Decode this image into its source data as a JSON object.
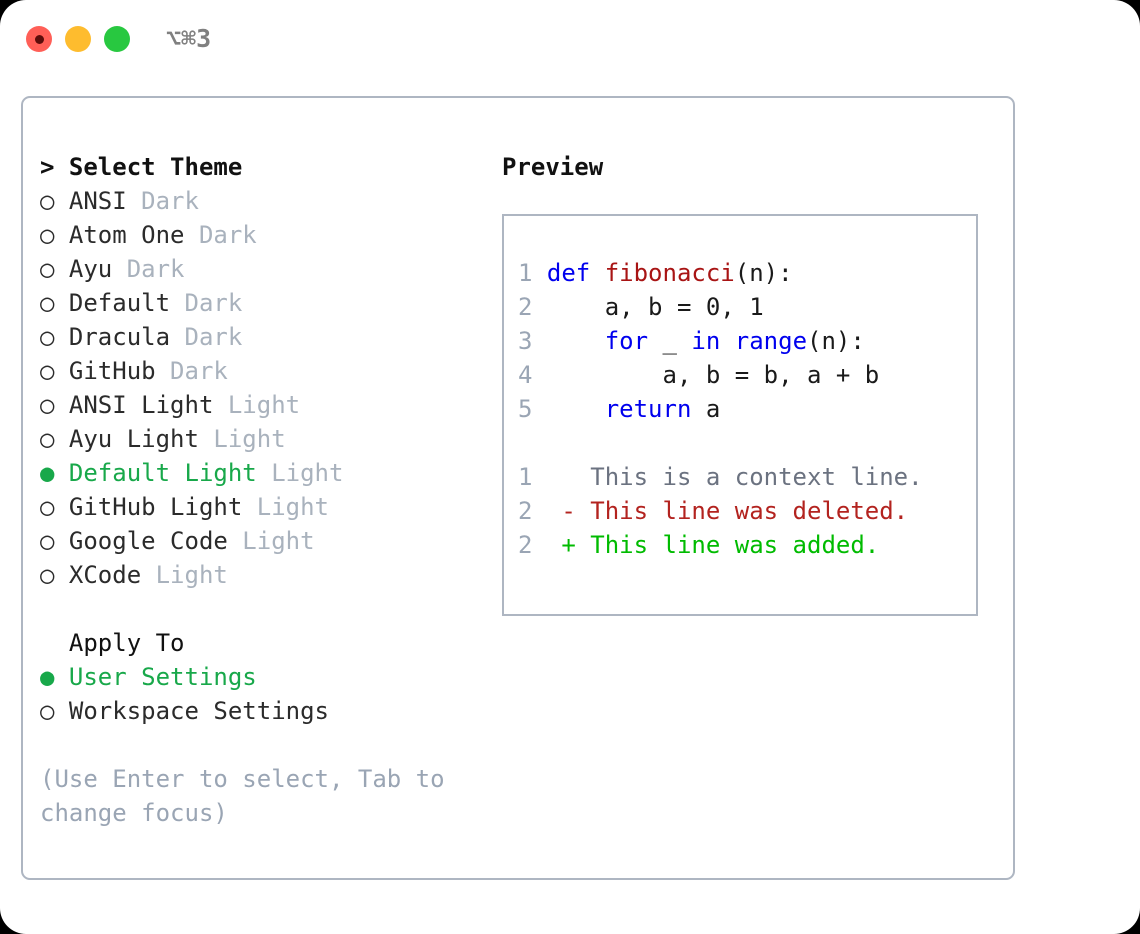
{
  "window": {
    "shortcut_label": "⌥⌘3",
    "traffic_lights": [
      {
        "name": "close",
        "color": "#ff5f57"
      },
      {
        "name": "minimize",
        "color": "#febc2e"
      },
      {
        "name": "maximize",
        "color": "#28c840"
      }
    ]
  },
  "theme_picker": {
    "header": "> Select Theme",
    "marker_selected": "●",
    "marker_unselected": "○",
    "items": [
      {
        "marker": "○",
        "name": "ANSI",
        "category": "Dark",
        "selected": false
      },
      {
        "marker": "○",
        "name": "Atom One",
        "category": "Dark",
        "selected": false
      },
      {
        "marker": "○",
        "name": "Ayu",
        "category": "Dark",
        "selected": false
      },
      {
        "marker": "○",
        "name": "Default",
        "category": "Dark",
        "selected": false
      },
      {
        "marker": "○",
        "name": "Dracula",
        "category": "Dark",
        "selected": false
      },
      {
        "marker": "○",
        "name": "GitHub",
        "category": "Dark",
        "selected": false
      },
      {
        "marker": "○",
        "name": "ANSI Light",
        "category": "Light",
        "selected": false
      },
      {
        "marker": "○",
        "name": "Ayu Light",
        "category": "Light",
        "selected": false
      },
      {
        "marker": "●",
        "name": "Default Light",
        "category": "Light",
        "selected": true
      },
      {
        "marker": "○",
        "name": "GitHub Light",
        "category": "Light",
        "selected": false
      },
      {
        "marker": "○",
        "name": "Google Code",
        "category": "Light",
        "selected": false
      },
      {
        "marker": "○",
        "name": "XCode",
        "category": "Light",
        "selected": false
      }
    ]
  },
  "apply_to": {
    "header": "Apply To",
    "items": [
      {
        "marker": "●",
        "label": "User Settings",
        "selected": true
      },
      {
        "marker": "○",
        "label": "Workspace Settings",
        "selected": false
      }
    ]
  },
  "hint": "(Use Enter to select, Tab to change focus)",
  "preview": {
    "title": "Preview",
    "code_lines": [
      {
        "n": "1",
        "tokens": [
          {
            "t": "def ",
            "c": "kw"
          },
          {
            "t": "fibonacci",
            "c": "fn"
          },
          {
            "t": "(n):",
            "c": "plain"
          }
        ]
      },
      {
        "n": "2",
        "tokens": [
          {
            "t": "    a, b = 0, 1",
            "c": "plain"
          }
        ]
      },
      {
        "n": "3",
        "tokens": [
          {
            "t": "    ",
            "c": "plain"
          },
          {
            "t": "for",
            "c": "kw"
          },
          {
            "t": " _ ",
            "c": "plain"
          },
          {
            "t": "in",
            "c": "kw"
          },
          {
            "t": " ",
            "c": "plain"
          },
          {
            "t": "range",
            "c": "kw"
          },
          {
            "t": "(n):",
            "c": "plain"
          }
        ]
      },
      {
        "n": "4",
        "tokens": [
          {
            "t": "        a, b = b, a + b",
            "c": "plain"
          }
        ]
      },
      {
        "n": "5",
        "tokens": [
          {
            "t": "    ",
            "c": "plain"
          },
          {
            "t": "return",
            "c": "kw"
          },
          {
            "t": " a",
            "c": "plain"
          }
        ]
      }
    ],
    "diff_lines": [
      {
        "n": "1",
        "sign": " ",
        "text": "This is a context line.",
        "kind": "context"
      },
      {
        "n": "2",
        "sign": "-",
        "text": "This line was deleted.",
        "kind": "deleted"
      },
      {
        "n": "2",
        "sign": "+",
        "text": "This line was added.",
        "kind": "added"
      }
    ]
  },
  "colors": {
    "accent_green": "#18a84a",
    "muted": "#a9b2bd",
    "border": "#aeb6c2",
    "keyword_blue": "#0000ee",
    "function_red": "#a81414",
    "diff_delete": "#b3231f",
    "diff_add": "#00bb00"
  }
}
